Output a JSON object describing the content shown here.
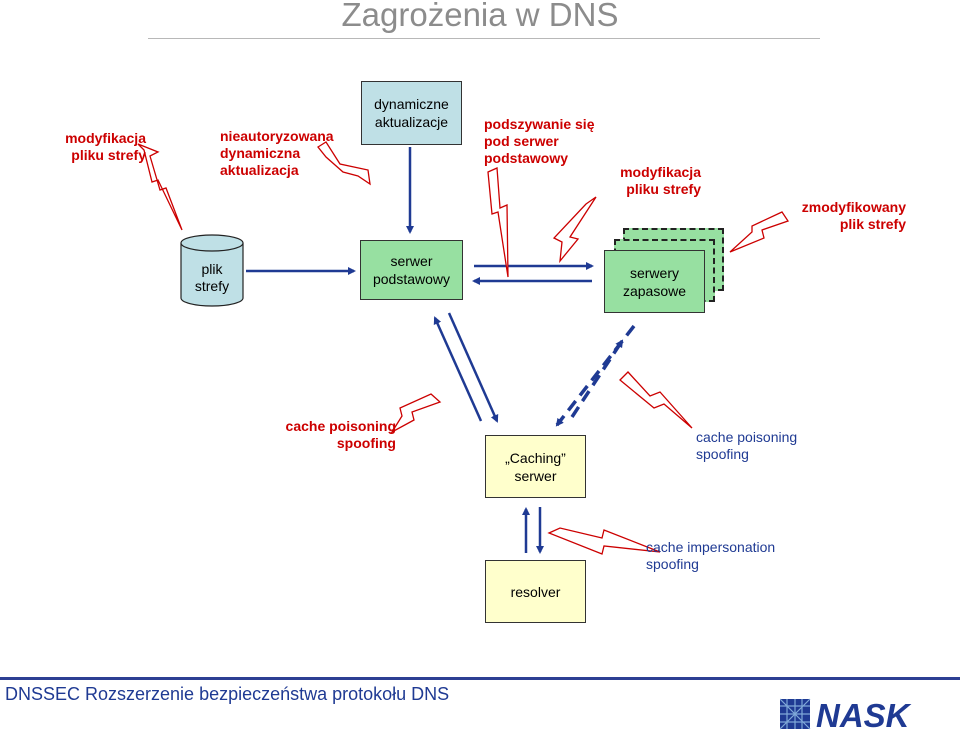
{
  "title": "Zagrożenia w DNS",
  "threats": {
    "zone_file_mod": "modyfikacja\npliku strefy",
    "unauth_update": "nieautoryzowana\ndynamiczna\naktualizacja",
    "impersonate_primary": "podszywanie się\npod serwer\npodstawowy",
    "secondary_mod": "modyfikacja\npliku strefy",
    "modified_zone": "zmodyfikowany\nplik strefy",
    "cache_poison_left": "cache poisoning\nspoofing",
    "cache_poison_right": "cache poisoning\nspoofing",
    "cache_impersonation": "cache impersonation\nspoofing"
  },
  "nodes": {
    "zone_file": "plik\nstrefy",
    "dynamic_updates": "dynamiczne\naktualizacje",
    "primary_server": "serwer\npodstawowy",
    "secondary_servers": "serwery\nzapasowe",
    "caching_server": "„Caching”\nserwer",
    "resolver": "resolver"
  },
  "footer": {
    "text": "DNSSEC Rozszerzenie bezpieczeństwa protokołu DNS",
    "logo": "NASK"
  },
  "colors": {
    "threat": "#cc0000",
    "arrow": "#1f3a93",
    "box_green": "#97e0a1",
    "box_blue": "#bfe0e6",
    "box_yellow": "#ffffcc"
  }
}
